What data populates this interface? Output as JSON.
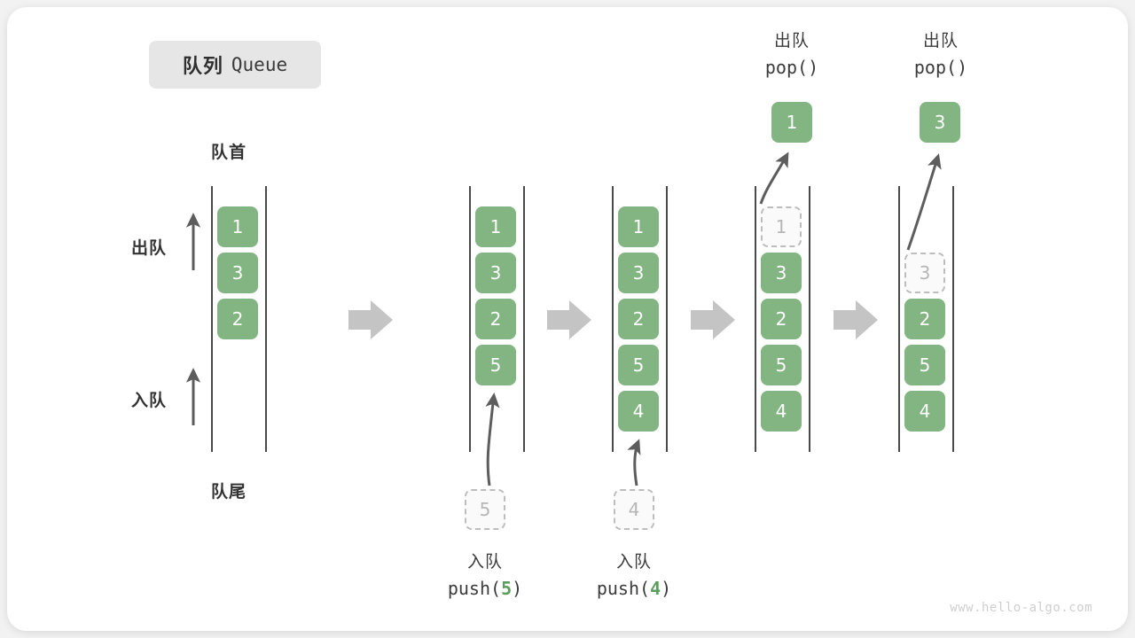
{
  "figure": {
    "title_cn": "队列",
    "title_en": "Queue",
    "watermark": "www.hello-algo.com"
  },
  "labels": {
    "head": "队首",
    "tail": "队尾",
    "dequeue": "出队",
    "enqueue": "入队"
  },
  "colors": {
    "element": "#82b582",
    "ghost_fill": "#fafafa",
    "ghost_border": "#bdbdbd",
    "rail": "#4a4a4a",
    "arrow": "#5d5d5d",
    "step_arrow": "#c4c4c4",
    "badge_bg": "#e6e6e6",
    "accent_number": "#5a9e5c"
  },
  "operations": [
    {
      "id": "push5",
      "line1": "入队",
      "prefix": "push(",
      "value": "5",
      "suffix": ")"
    },
    {
      "id": "push4",
      "line1": "入队",
      "prefix": "push(",
      "value": "4",
      "suffix": ")"
    },
    {
      "id": "pop1",
      "line1": "出队",
      "prefix": "pop(",
      "value": "",
      "suffix": ")"
    },
    {
      "id": "pop2",
      "line1": "出队",
      "prefix": "pop(",
      "value": "",
      "suffix": ")"
    }
  ],
  "stages": [
    {
      "id": "stage-initial",
      "caption_top": "队首",
      "caption_bottom": "队尾",
      "elements": [
        "1",
        "3",
        "2"
      ],
      "ghost_in_queue": null,
      "incoming": null,
      "outgoing": null
    },
    {
      "id": "stage-after-push-5",
      "elements": [
        "1",
        "3",
        "2",
        "5"
      ],
      "ghost_in_queue": null,
      "incoming": "5",
      "outgoing": null
    },
    {
      "id": "stage-after-push-4",
      "elements": [
        "1",
        "3",
        "2",
        "5",
        "4"
      ],
      "ghost_in_queue": null,
      "incoming": "4",
      "outgoing": null
    },
    {
      "id": "stage-after-pop-1",
      "elements": [
        "3",
        "2",
        "5",
        "4"
      ],
      "ghost_in_queue": "1",
      "incoming": null,
      "outgoing": "1"
    },
    {
      "id": "stage-after-pop-3",
      "elements": [
        "2",
        "5",
        "4"
      ],
      "ghost_in_queue": "3",
      "incoming": null,
      "outgoing": "3"
    }
  ],
  "boxes": {
    "c1_1": "1",
    "c1_3": "3",
    "c1_2": "2",
    "c2_1": "1",
    "c2_3": "3",
    "c2_2": "2",
    "c2_5": "5",
    "c2_ghost": "5",
    "c3_1": "1",
    "c3_3": "3",
    "c3_2": "2",
    "c3_5": "5",
    "c3_4": "4",
    "c3_ghost": "4",
    "c4_ghost": "1",
    "c4_3": "3",
    "c4_2": "2",
    "c4_5": "5",
    "c4_4": "4",
    "c4_out": "1",
    "c5_ghost": "3",
    "c5_2": "2",
    "c5_5": "5",
    "c5_4": "4",
    "c5_out": "3"
  }
}
